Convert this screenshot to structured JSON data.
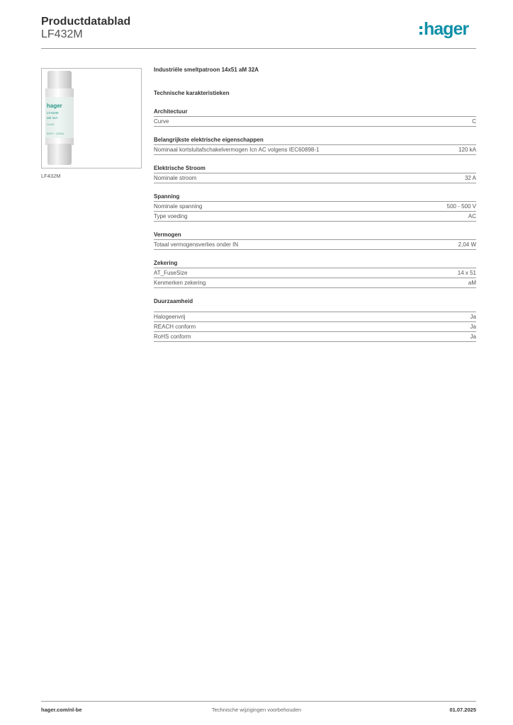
{
  "header": {
    "title": "Productdatablad",
    "subtitle": "LF432M",
    "logo_text": "hager",
    "brand_color": "#0f8fa8"
  },
  "product": {
    "image_caption": "LF432M",
    "image_label": {
      "brand": "hager",
      "line1": "LF432M",
      "line2": "aM 32A",
      "line3": "14x51",
      "line4": "500V~ 120kA"
    },
    "description": "Industriële smeltpatroon 14x51 aM 32A"
  },
  "specs": {
    "title": "Technische karakteristieken",
    "groups": [
      {
        "title": "Architectuur",
        "rows": [
          {
            "label": "Curve",
            "value": "C"
          }
        ]
      },
      {
        "title": "Belangrijkste elektrische eigenschappen",
        "rows": [
          {
            "label": "Nominaal kortsluitafschakelvermogen Icn AC volgens IEC60898-1",
            "value": "120 kA"
          }
        ]
      },
      {
        "title": "Elektrische Stroom",
        "rows": [
          {
            "label": "Nominale stroom",
            "value": "32 A"
          }
        ]
      },
      {
        "title": "Spanning",
        "rows": [
          {
            "label": "Nominale spanning",
            "value": "500 - 500 V"
          },
          {
            "label": "Type voeding",
            "value": "AC"
          }
        ]
      },
      {
        "title": "Vermogen",
        "rows": [
          {
            "label": "Totaal vermogensverlies onder IN",
            "value": "2,04 W"
          }
        ]
      },
      {
        "title": "Zekering",
        "rows": [
          {
            "label": "AT_FuseSize",
            "value": "14 x 51"
          },
          {
            "label": "Kenmerken zekering",
            "value": "aM"
          }
        ]
      },
      {
        "title": "Duurzaamheid",
        "gap": true,
        "rows": [
          {
            "label": "Halogeenvrij",
            "value": "Ja"
          },
          {
            "label": "REACH conform",
            "value": "Ja"
          },
          {
            "label": "RoHS conform",
            "value": "Ja"
          }
        ]
      }
    ]
  },
  "footer": {
    "website": "hager.com/nl-be",
    "notice": "Technische wijzigingen voorbehouden",
    "date": "01.07.2025"
  }
}
